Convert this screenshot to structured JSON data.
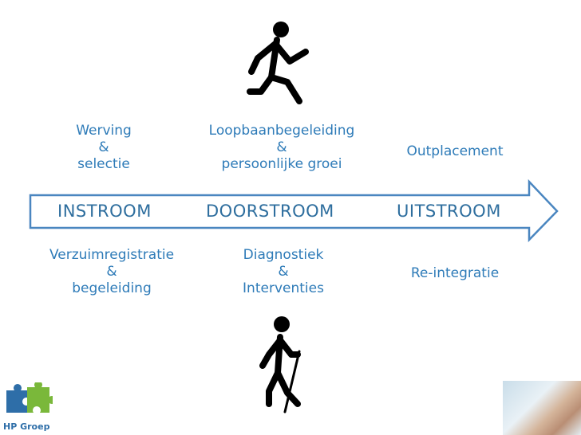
{
  "diagram": {
    "stages": [
      "INSTROOM",
      "DOORSTROOM",
      "UITSTROOM"
    ],
    "top_labels": [
      [
        "Werving",
        "&",
        "selectie"
      ],
      [
        "Loopbaanbegeleiding",
        "&",
        "persoonlijke groei"
      ],
      [
        "Outplacement"
      ]
    ],
    "bottom_labels": [
      [
        "Verzuimregistratie",
        "&",
        "begeleiding"
      ],
      [
        "Diagnostiek",
        "&",
        "Interventies"
      ],
      [
        "Re-integratie"
      ]
    ],
    "icons": [
      "running-person-icon",
      "walking-person-with-cane-icon",
      "puzzle-logo-icon",
      "handshake-photo"
    ],
    "colors": {
      "label": "#2e7bb8",
      "stage": "#2e6e9e",
      "arrow": "#4a86c0"
    }
  },
  "logo": {
    "text": "HP Groep"
  }
}
